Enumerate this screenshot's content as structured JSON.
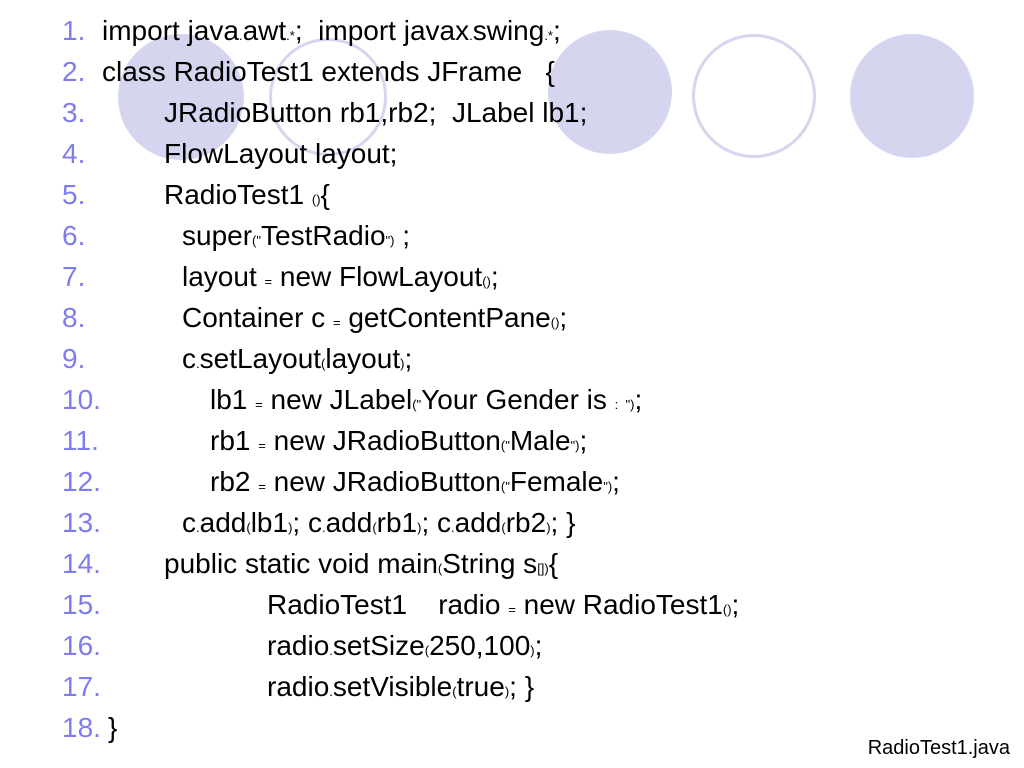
{
  "colors": {
    "line_number": "#7d7df0",
    "circle": "#d5d5ef",
    "text": "#000000"
  },
  "code_lines": [
    {
      "num": "1.",
      "segments": [
        "import java",
        ".",
        "awt",
        ".*",
        ";  import javax",
        ".",
        "swing",
        ".*",
        ";"
      ]
    },
    {
      "num": "2.",
      "segments": [
        "class RadioTest1 extends JFrame   {"
      ]
    },
    {
      "num": "3.",
      "segments": [
        "JRadioButton rb1,rb2;  JLabel lb1;"
      ]
    },
    {
      "num": "4.",
      "segments": [
        "FlowLayout layout;"
      ]
    },
    {
      "num": "5.",
      "segments": [
        "RadioTest1 ",
        "()",
        "{"
      ]
    },
    {
      "num": "6.",
      "segments": [
        "super",
        "(\"",
        "TestRadio",
        "\")",
        " ;"
      ]
    },
    {
      "num": "7.",
      "segments": [
        "layout ",
        "=",
        " new FlowLayout",
        "()",
        ";"
      ]
    },
    {
      "num": "8.",
      "segments": [
        "Container c ",
        "=",
        " getContentPane",
        "()",
        ";"
      ]
    },
    {
      "num": "9.",
      "segments": [
        "c",
        ".",
        "setLayout",
        "(",
        "layout",
        ")",
        ";"
      ]
    },
    {
      "num": "10.",
      "segments": [
        "lb1 ",
        "=",
        " new JLabel",
        "(\"",
        "Your Gender is ",
        ":  \")",
        ";"
      ]
    },
    {
      "num": "11.",
      "segments": [
        "rb1 ",
        "=",
        " new JRadioButton",
        "(\"",
        "Male",
        "\")",
        ";"
      ]
    },
    {
      "num": "12.",
      "segments": [
        "rb2 ",
        "=",
        " new JRadioButton",
        "(\"",
        "Female",
        "\")",
        ";"
      ]
    },
    {
      "num": "13.",
      "segments": [
        "c",
        ".",
        "add",
        "(",
        "lb1",
        ")",
        "; c",
        ".",
        "add",
        "(",
        "rb1",
        ")",
        "; c",
        ".",
        "add",
        "(",
        "rb2",
        ")",
        "; }"
      ]
    },
    {
      "num": "14.",
      "segments": [
        "public static void main",
        "(",
        "String s",
        "[])",
        "{"
      ]
    },
    {
      "num": "15.",
      "segments": [
        "RadioTest1    radio ",
        "=",
        " new RadioTest1",
        "()",
        ";"
      ]
    },
    {
      "num": "16.",
      "segments": [
        "radio",
        ".",
        "setSize",
        "(",
        "250,100",
        ")",
        ";"
      ]
    },
    {
      "num": "17.",
      "segments": [
        "radio",
        ".",
        "setVisible",
        "(",
        "true",
        ")",
        "; }"
      ]
    },
    {
      "num": "18.",
      "segments": [
        "}"
      ]
    }
  ],
  "footer": {
    "filename": "RadioTest1.java"
  }
}
